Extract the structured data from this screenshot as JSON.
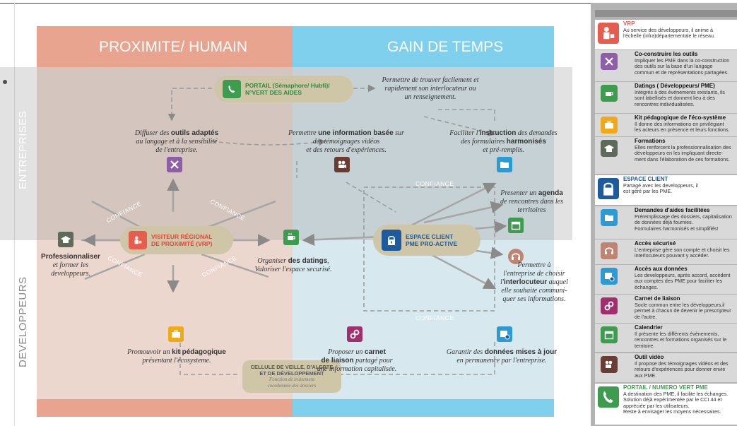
{
  "columns": {
    "left_title": "PROXIMITE/ HUMAIN",
    "right_title": "GAIN DE TEMPS"
  },
  "side_labels": {
    "top": "ENTREPRISES",
    "bottom": "DEVELOPPEURS"
  },
  "confiance": "CONFIANCE",
  "portail": {
    "label_line1": "PORTAIL (Sémaphore/ Hubfi)/",
    "label_line2": "N°VERT DES AIDES"
  },
  "vrp_node": {
    "line1": "VISITEUR RÉGIONAL",
    "line2": "DE PROXIMITÉ (VRP)"
  },
  "espace_node": {
    "line1": "ESPACE CLIENT",
    "line2": "PME PRO-ACTIVE"
  },
  "cellule": {
    "line1": "CELLULE DE VEILLE, D'ALERTE",
    "line2": "ET DE DÉVELOPPEMENT",
    "line3": "Fonction de traitement",
    "line4": "coordonnée des dossiers"
  },
  "texts": {
    "trouver": [
      "Permettre de trouver facilement et",
      "rapidement  son interlocuteur ou",
      "un renseignement."
    ],
    "diffuser": [
      "Diffuser des ",
      "outils adaptés",
      "au langage et à la sensibilité",
      "de l'entreprise."
    ],
    "information": [
      "Permettre ",
      "une information basée",
      " sur",
      "des témoignages vidéos",
      "et des retours d'expériences."
    ],
    "instruction": [
      "Faciliter l'",
      "instruction",
      " des demandes",
      "des formulaires ",
      "harmonisés",
      "et pré-remplis."
    ],
    "agenda": [
      "Presenter un ",
      "agenda",
      "de rencontres dans les",
      "territoires"
    ],
    "professionnaliser": [
      "Professionnaliser",
      "et former les",
      "developpeurs."
    ],
    "datings": [
      "Organiser ",
      "des datings",
      ",",
      "Valoriser l'espace securisé."
    ],
    "interlocuteur": [
      "Permettre à",
      "l'entreprise de choisir",
      "l'",
      "interlocuteur",
      " auquel",
      "elle souhaite communi-",
      "quer ses informations."
    ],
    "kit": [
      "Promouvoir un ",
      "kit pédagogique",
      "présentant l'écosysteme."
    ],
    "carnet": [
      "Proposer un ",
      "carnet",
      "de liaison",
      " partagé pour",
      "une information capitalisée."
    ],
    "donnees": [
      "Garantir des ",
      "données mises à jour",
      "en permanence par l'entreprise."
    ]
  },
  "legend": [
    {
      "title": "VRP",
      "lines": [
        "Au service des développeurs, il anime à",
        "l'échelle (infra)départementale le réseau."
      ],
      "icon": "person-icon",
      "color": "#e65d4e"
    },
    {
      "title": "Co-construire les outils",
      "lines": [
        "Impliquer les PME dans la co-construction",
        "des outils sur la base d'un langage",
        "commun et de représentations partagées."
      ],
      "icon": "tools-icon",
      "color": "#8e5fa8"
    },
    {
      "title": "Datings ( Développeurs/ PME)",
      "lines": [
        "Intégrés à des événements existants, ils",
        "sont labellisés et donnent lieu à des",
        "rencontres individualisées."
      ],
      "icon": "coffee-icon",
      "color": "#3e9c4f"
    },
    {
      "title": "Kit pédagogique de l'éco-système",
      "lines": [
        "Il donne des informations en privilégiant",
        "les acteurs en présence et leurs fonctions."
      ],
      "icon": "briefcase-icon",
      "color": "#f2a918"
    },
    {
      "title": "Formations",
      "lines": [
        "Elles renforcent la professionnalisation des",
        "développeurs en les impliquant directe-",
        "ment dans l'élaboration de ces formations."
      ],
      "icon": "graduation-icon",
      "color": "#5f6b5a"
    },
    {
      "title": "ESPACE CLIENT",
      "lines": [
        "Partagé avec les developpeurs, il",
        "est géré par les PME."
      ],
      "icon": "lock-icon",
      "color": "#1d5b9e"
    },
    {
      "title": "Demandes d'aides facilitées",
      "lines": [
        "Préremplissage des dossiers, capitalisation",
        "de données déjà fournies.",
        "Formulaires harmonisés et simplifiés!"
      ],
      "icon": "folder-icon",
      "color": "#2b9bd6"
    },
    {
      "title": "Accès sécurisé",
      "lines": [
        "L'entreprise gère son compte et choisit les",
        "interlocuteurs pouvant y accéder."
      ],
      "icon": "headset-icon",
      "color": "#c08473"
    },
    {
      "title": "Accès aux données",
      "lines": [
        "Les developpeurs, après accord, accèdent",
        "aux comptes des PME pour faciliter les",
        "échanges."
      ],
      "icon": "database-icon",
      "color": "#2b9bd6"
    },
    {
      "title": "Carnet de liaison",
      "lines": [
        "Socle commun entre les développeurs,il",
        "permet à chacun de devenir le prescripteur",
        "de l'autre."
      ],
      "icon": "link-icon",
      "color": "#a22f6d"
    },
    {
      "title": "Calendrier",
      "lines": [
        "Il présente les différents évènements,",
        "rencontres et formations organisés sur le",
        "territoire."
      ],
      "icon": "calendar-icon",
      "color": "#3e9c4f"
    },
    {
      "title": "Outil vidéo",
      "lines": [
        "Il propose des témoignages vidéos et des",
        "retours d'expériences pour donner envie",
        "aux PME."
      ],
      "icon": "video-icon",
      "color": "#6b3d32"
    },
    {
      "title": "PORTAIL / NUMÉRO VERT PME",
      "lines": [
        "A destination des PME, il facilite les échanges.",
        "Solution déjà expérimentée par le CCI 44 et",
        "appréciée par les utilisateurs.",
        "Reste à envisager les moyens nécessaires."
      ],
      "icon": "phone-icon",
      "color": "#3e9c4f"
    }
  ],
  "colors": {
    "left": "#e9a48f",
    "right": "#7fd0ec",
    "vrp": "#e65d4e",
    "green": "#3e9c4f",
    "blue": "#1d5b9e",
    "pill": "#cfc6a8"
  }
}
